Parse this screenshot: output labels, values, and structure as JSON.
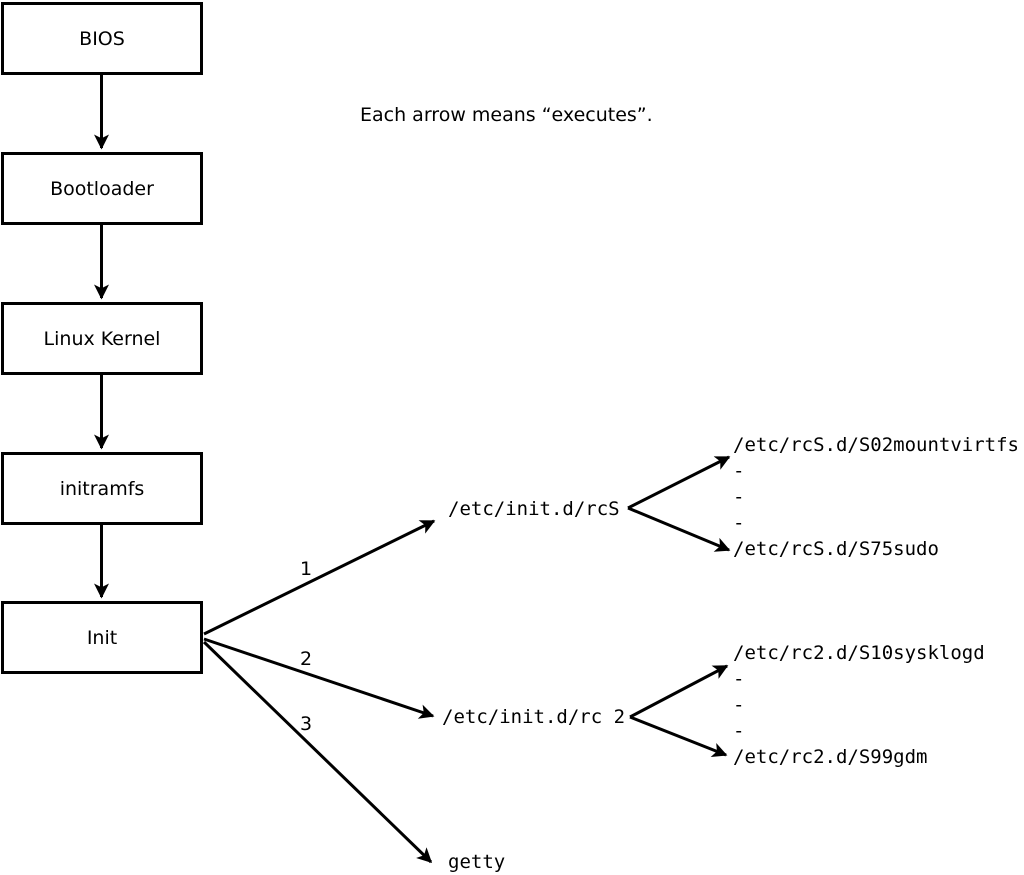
{
  "diagram": {
    "caption": "Each arrow means “executes”.",
    "chain": [
      {
        "label": "BIOS"
      },
      {
        "label": "Bootloader"
      },
      {
        "label": "Linux Kernel"
      },
      {
        "label": "initramfs"
      },
      {
        "label": "Init"
      }
    ],
    "branches": [
      {
        "number": "1",
        "target": "/etc/init.d/rcS",
        "children": [
          "/etc/rcS.d/S02mountvirtfs",
          "-",
          "-",
          "-",
          "/etc/rcS.d/S75sudo"
        ]
      },
      {
        "number": "2",
        "target": "/etc/init.d/rc 2",
        "children": [
          "/etc/rc2.d/S10sysklogd",
          "-",
          "-",
          "-",
          "/etc/rc2.d/S99gdm"
        ]
      },
      {
        "number": "3",
        "target": "getty",
        "children": []
      }
    ],
    "colors": {
      "line": "#000000",
      "background": "#ffffff"
    }
  }
}
